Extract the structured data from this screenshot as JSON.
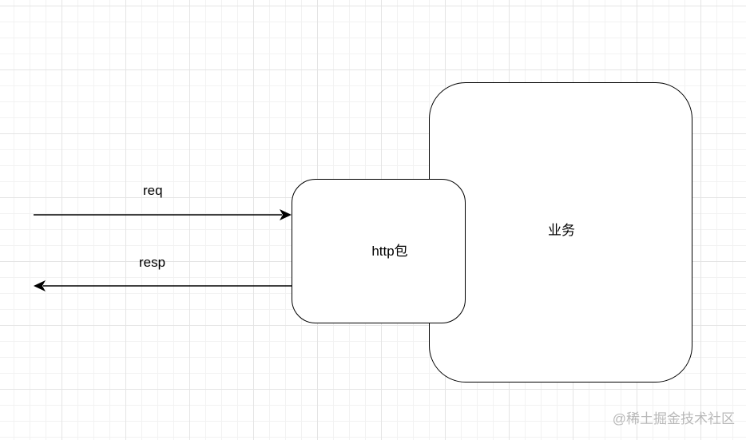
{
  "nodes": {
    "business": {
      "label": "业务"
    },
    "http_package": {
      "label": "http包"
    }
  },
  "edges": {
    "request": {
      "label": "req"
    },
    "response": {
      "label": "resp"
    }
  },
  "watermark": {
    "text": "@稀土掘金技术社区"
  },
  "colors": {
    "stroke": "#000000",
    "grid": "#e4e4e4",
    "watermark": "#b8b8b8"
  }
}
